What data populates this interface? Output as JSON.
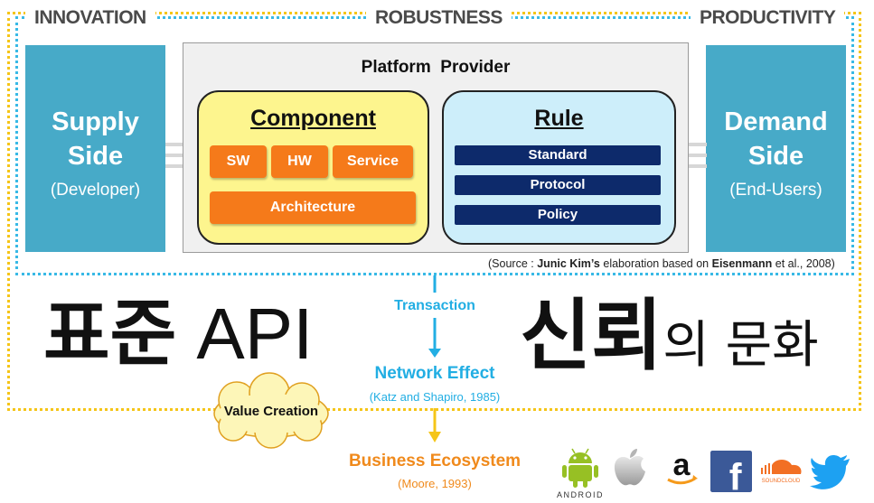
{
  "top_labels": {
    "left": "INNOVATION",
    "center": "ROBUSTNESS",
    "right": "PRODUCTIVITY"
  },
  "supply": {
    "line1": "Supply",
    "line2": "Side",
    "sub": "(Developer)"
  },
  "demand": {
    "line1": "Demand",
    "line2": "Side",
    "sub": "(End-Users)"
  },
  "platform": {
    "title": "Platform  Provider",
    "component": {
      "title": "Component",
      "chips": [
        "SW",
        "HW",
        "Service"
      ],
      "wide_chip": "Architecture"
    },
    "rule": {
      "title": "Rule",
      "bars": [
        "Standard",
        "Protocol",
        "Policy"
      ]
    }
  },
  "source": {
    "prefix": "(Source : ",
    "author": "Junic Kim’s",
    "middle": " elaboration based on ",
    "ref": "Eisenmann",
    "suffix": " et al., 2008)"
  },
  "korean": {
    "left_bold": "표준",
    "left_light": " API",
    "right_bold": "신뢰",
    "right_light": "의 문화"
  },
  "flow": {
    "transaction": "Transaction",
    "network_effect": "Network Effect",
    "network_cite": "(Katz and Shapiro, 1985)",
    "value_creation": "Value Creation",
    "business_ecosystem": "Business Ecosystem",
    "business_cite": "(Moore, 1993)"
  },
  "logos": {
    "android_caption": "ANDROID",
    "soundcloud_caption": "SOUNDCLOUD",
    "facebook_letter": "f",
    "amazon_letter": "a",
    "icons": [
      "android-icon",
      "apple-icon",
      "amazon-icon",
      "facebook-icon",
      "soundcloud-icon",
      "twitter-icon"
    ]
  },
  "colors": {
    "innovation_frame": "#f5c518",
    "platform_frame": "#38b9e6",
    "side_box": "#47aac8",
    "chip_orange": "#f57a1a",
    "bar_navy": "#0d2a6b",
    "flow_blue": "#22aee3",
    "ecosystem_orange": "#f08a1c"
  }
}
